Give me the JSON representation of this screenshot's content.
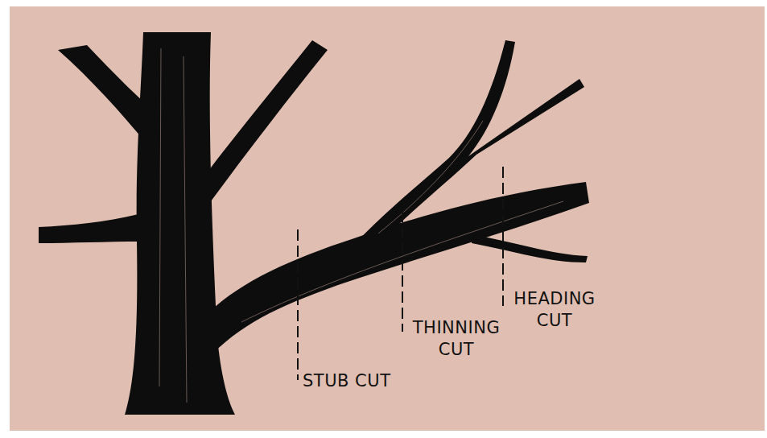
{
  "diagram": {
    "labels": [
      "HEADING CUT",
      "THINNING CUT",
      "STUB CUT"
    ]
  }
}
